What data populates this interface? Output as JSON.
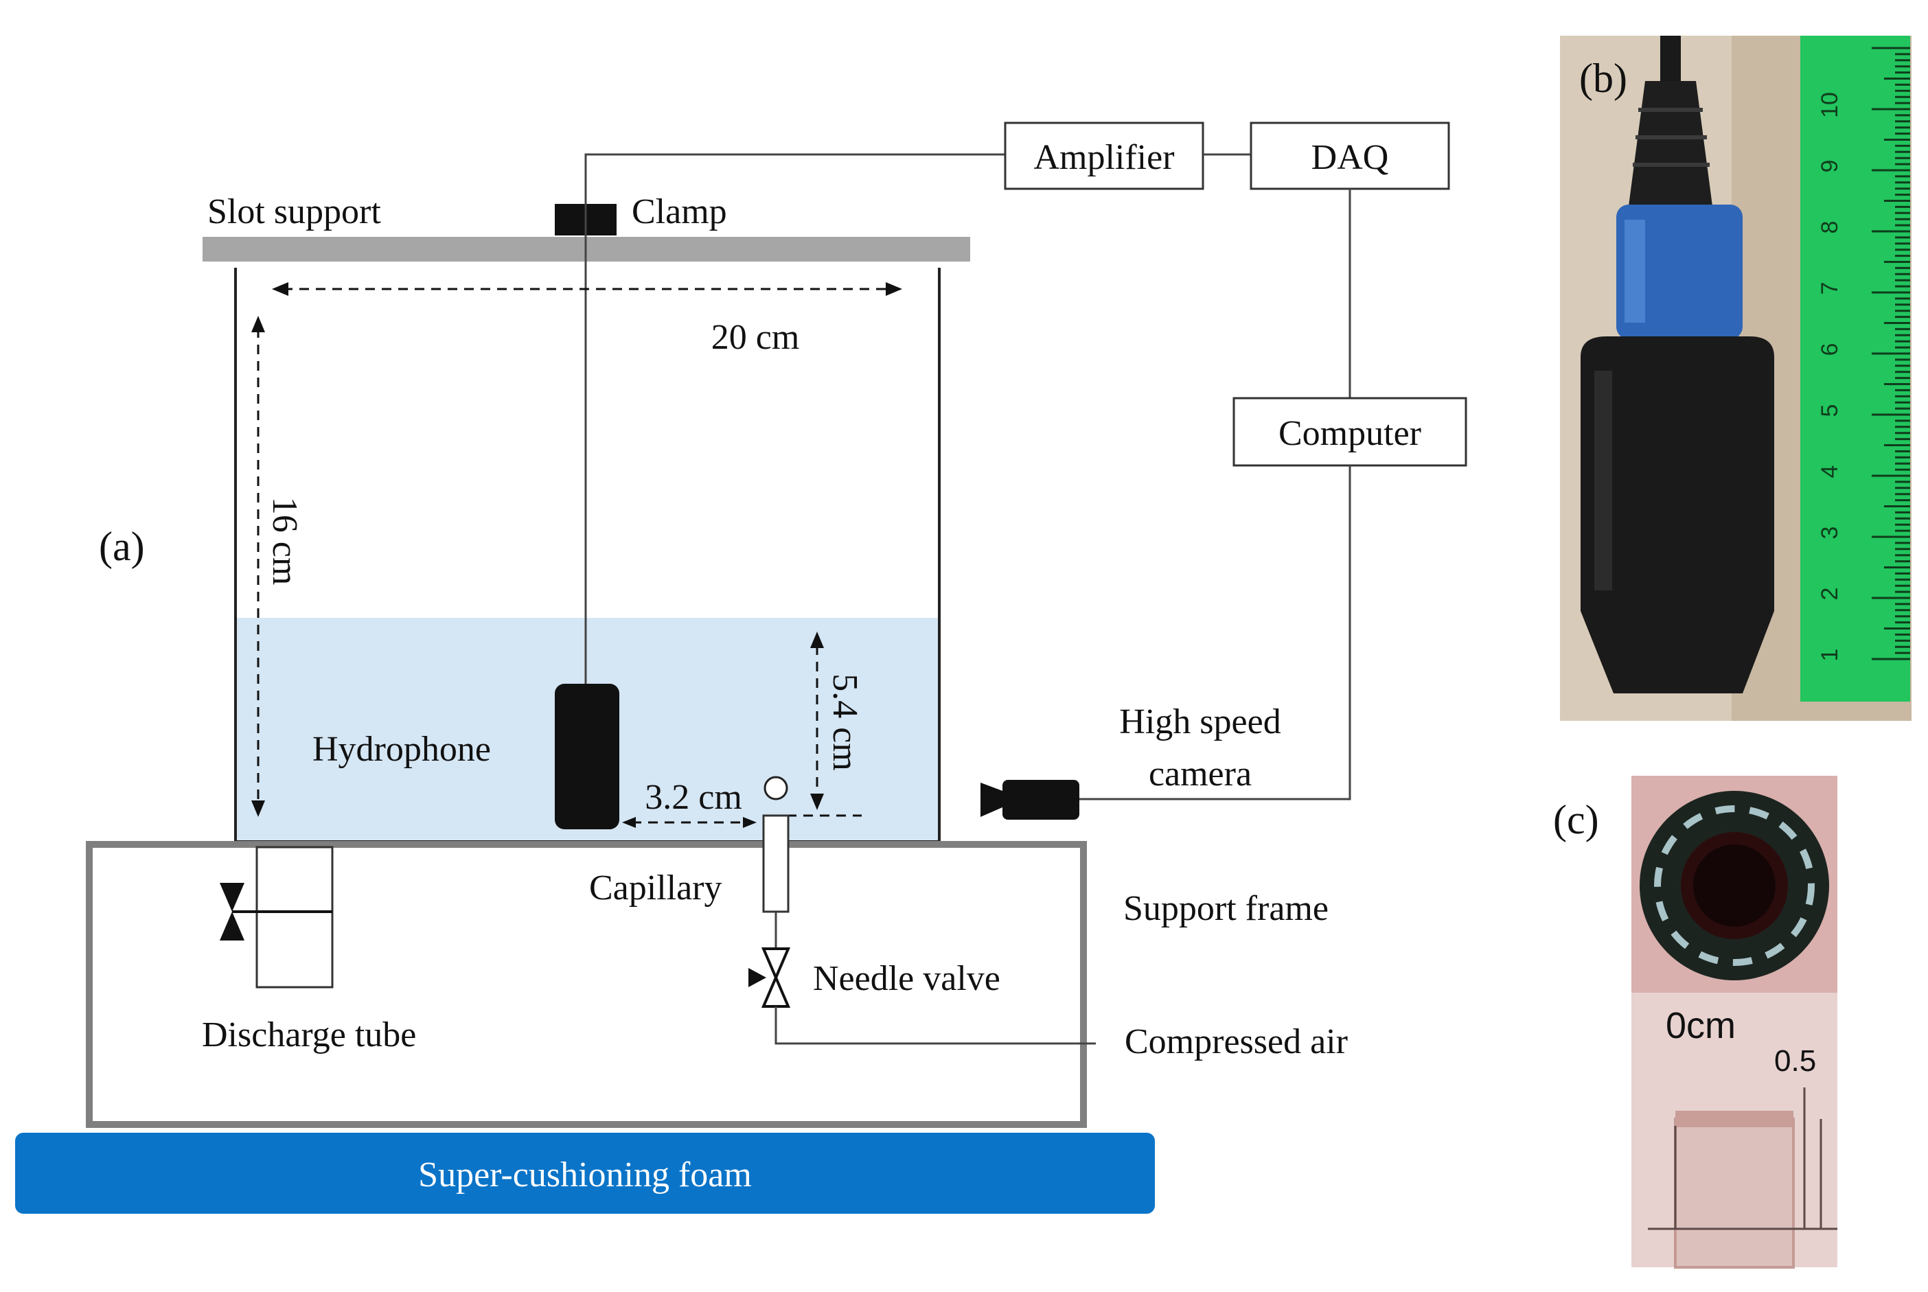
{
  "panel_labels": {
    "a": "(a)",
    "b": "(b)",
    "c": "(c)"
  },
  "labels": {
    "slot_support": "Slot support",
    "clamp": "Clamp",
    "amplifier": "Amplifier",
    "daq": "DAQ",
    "computer": "Computer",
    "width_dim": "20 cm",
    "height_dim": "16 cm",
    "water_dim": "5.4 cm",
    "offset_dim": "3.2 cm",
    "hydrophone": "Hydrophone",
    "camera_line1": "High speed",
    "camera_line2": "camera",
    "capillary": "Capillary",
    "support_frame": "Support frame",
    "needle_valve": "Needle valve",
    "discharge_tube": "Discharge tube",
    "compressed_air": "Compressed air",
    "foam": "Super-cushioning foam"
  },
  "ruler": {
    "ticks": [
      "1",
      "2",
      "3",
      "4",
      "5",
      "6",
      "7",
      "8",
      "9",
      "10"
    ]
  },
  "capillary_scale": {
    "zero": "0cm",
    "half": "0.5"
  },
  "colors": {
    "water": "#d5e6f4",
    "foam": "#0a74c8",
    "foam_text": "#ffffff",
    "slot": "#a6a6a6",
    "frame": "#7f7f7f",
    "ruler": "#22c55e",
    "probe_blue": "#2f66b8",
    "probe_black": "#1a1a1a"
  }
}
